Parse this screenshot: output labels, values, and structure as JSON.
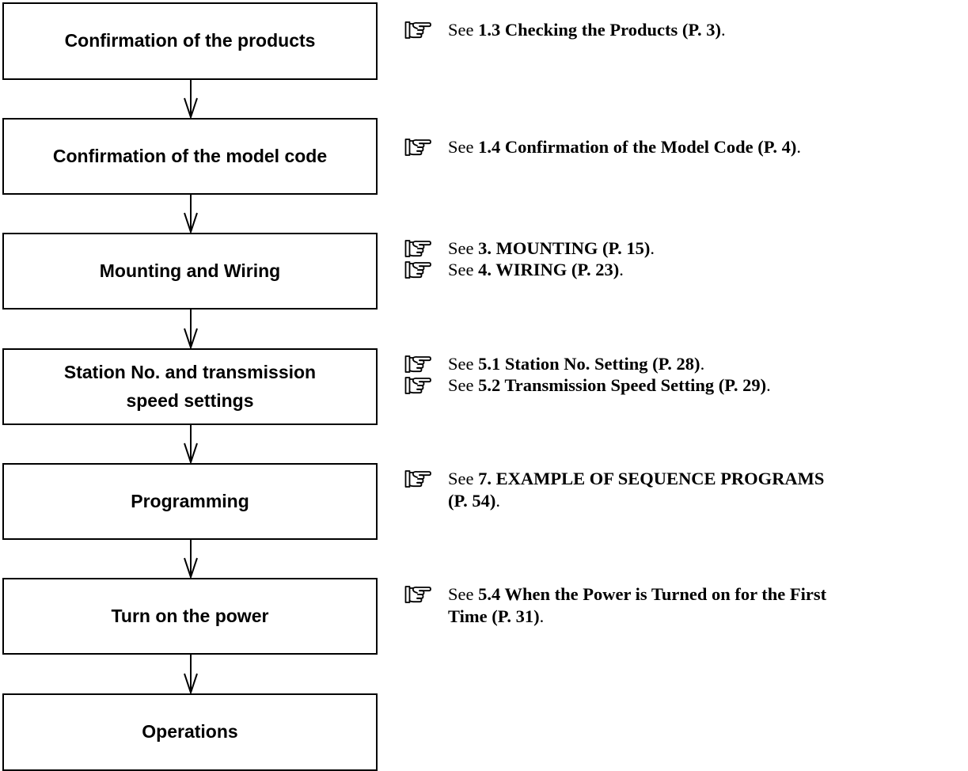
{
  "steps": [
    {
      "lines": [
        "Confirmation of the products"
      ]
    },
    {
      "lines": [
        "Confirmation of the model code"
      ]
    },
    {
      "lines": [
        "Mounting and Wiring"
      ]
    },
    {
      "lines": [
        "Station No. and transmission",
        "speed settings"
      ]
    },
    {
      "lines": [
        "Programming"
      ]
    },
    {
      "lines": [
        "Turn on the power"
      ]
    },
    {
      "lines": [
        "Operations"
      ]
    }
  ],
  "references": [
    {
      "prefix": "See ",
      "bold": "1.3 Checking the Products (P. 3)",
      "suffix": "."
    },
    {
      "prefix": "See ",
      "bold": "1.4 Confirmation of the Model Code (P. 4)",
      "suffix": "."
    },
    {
      "prefix": "See ",
      "bold": "3. MOUNTING (P. 15)",
      "suffix": "."
    },
    {
      "prefix": "See ",
      "bold": "4. WIRING (P. 23)",
      "suffix": "."
    },
    {
      "prefix": "See ",
      "bold": "5.1 Station No. Setting (P. 28)",
      "suffix": "."
    },
    {
      "prefix": "See ",
      "bold": "5.2 Transmission Speed Setting (P. 29)",
      "suffix": "."
    },
    {
      "prefix": "See ",
      "bold": "7. EXAMPLE OF SEQUENCE PROGRAMS",
      "cont_bold": "(P. 54)",
      "suffix": "."
    },
    {
      "prefix": "See ",
      "bold": "5.4 When the Power is Turned on for the First",
      "cont_bold": "Time (P. 31)",
      "suffix": "."
    }
  ],
  "icons": {
    "reference": "pointing-hand-icon"
  }
}
